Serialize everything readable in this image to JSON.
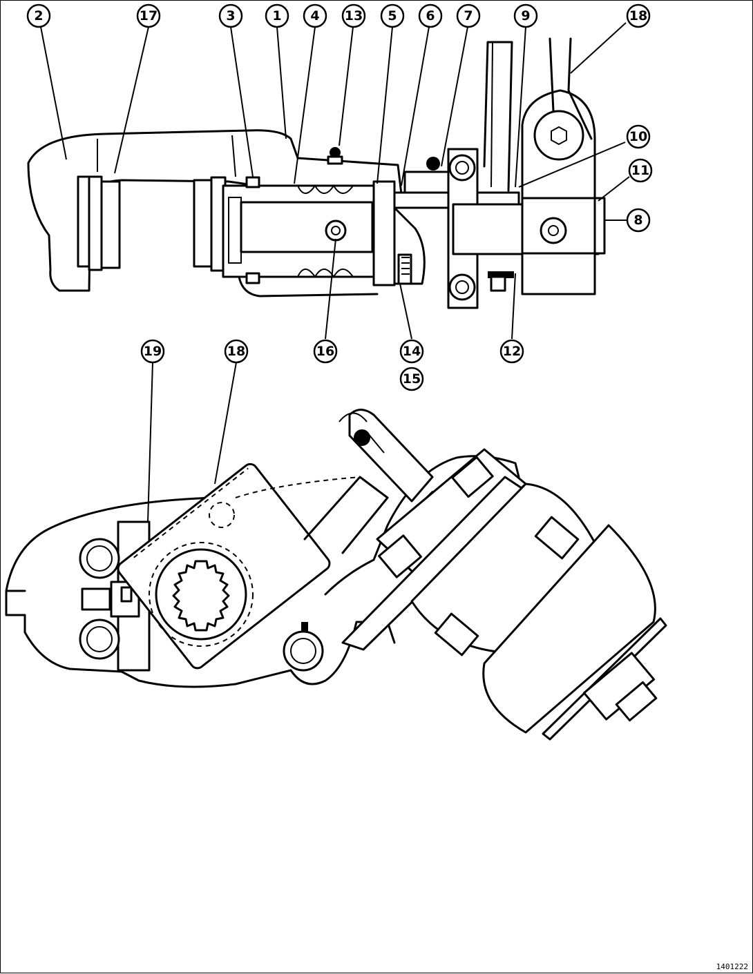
{
  "figure_code": "1401222",
  "callouts": {
    "c1": "1",
    "c2": "2",
    "c3": "3",
    "c4": "4",
    "c5": "5",
    "c6": "6",
    "c7": "7",
    "c8": "8",
    "c9": "9",
    "c10": "10",
    "c11": "11",
    "c12": "12",
    "c13": "13",
    "c14": "14",
    "c15": "15",
    "c16": "16",
    "c17": "17",
    "c18a": "18",
    "c18b": "18",
    "c19": "19"
  }
}
